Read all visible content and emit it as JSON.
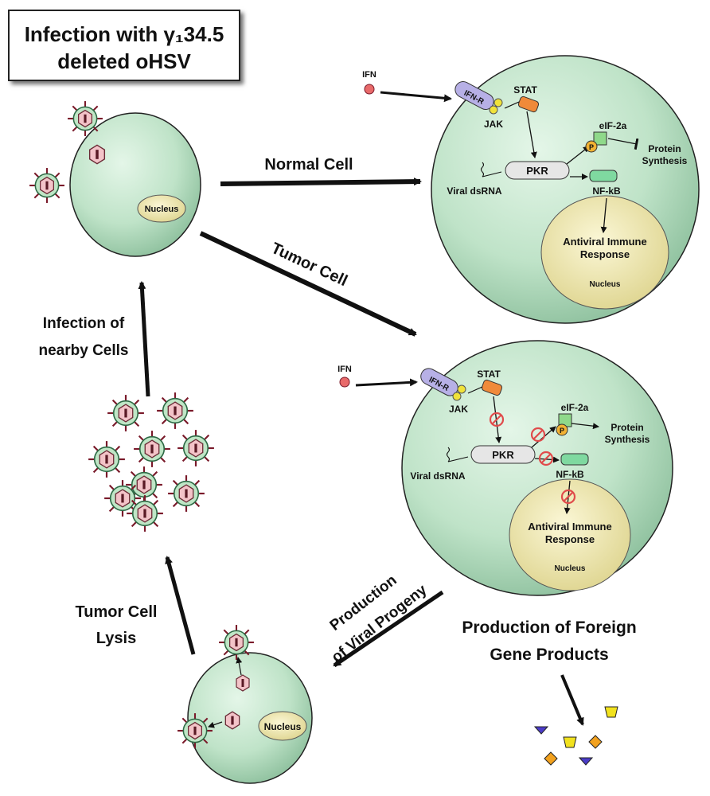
{
  "title": {
    "line1": "Infection with γ₁34.5",
    "line2": "deleted oHSV"
  },
  "labels": {
    "normal_cell": "Normal Cell",
    "tumor_cell": "Tumor Cell",
    "infection_nearby_1": "Infection of",
    "infection_nearby_2": "nearby Cells",
    "tumor_lysis_1": "Tumor Cell",
    "tumor_lysis_2": "Lysis",
    "production_progeny_1": "Production",
    "production_progeny_2": "of Viral Progeny",
    "foreign_products_1": "Production of Foreign",
    "foreign_products_2": "Gene Products",
    "nucleus": "Nucleus"
  },
  "pathway": {
    "ifn": "IFN",
    "ifn_r": "IFN-R",
    "jak": "JAK",
    "stat": "STAT",
    "eif": "eIF-2a",
    "p": "P",
    "protein_1": "Protein",
    "protein_2": "Synthesis",
    "pkr": "PKR",
    "viral_dsrna": "Viral dsRNA",
    "nfkb": "NF-kB",
    "antiviral_1": "Antiviral Immune",
    "antiviral_2": "Response",
    "nucleus": "Nucleus"
  },
  "colors": {
    "cell_fill": "#bfe3c8",
    "nucleus_fill": "#efe9a8",
    "receptor": "#b7b0e6",
    "stat": "#f08a3a",
    "eif": "#8fd98a",
    "nfkb": "#7fd9a0",
    "p_circle": "#f2b233",
    "virion": "#f3c3c8",
    "inhibit": "#e04b4b"
  }
}
